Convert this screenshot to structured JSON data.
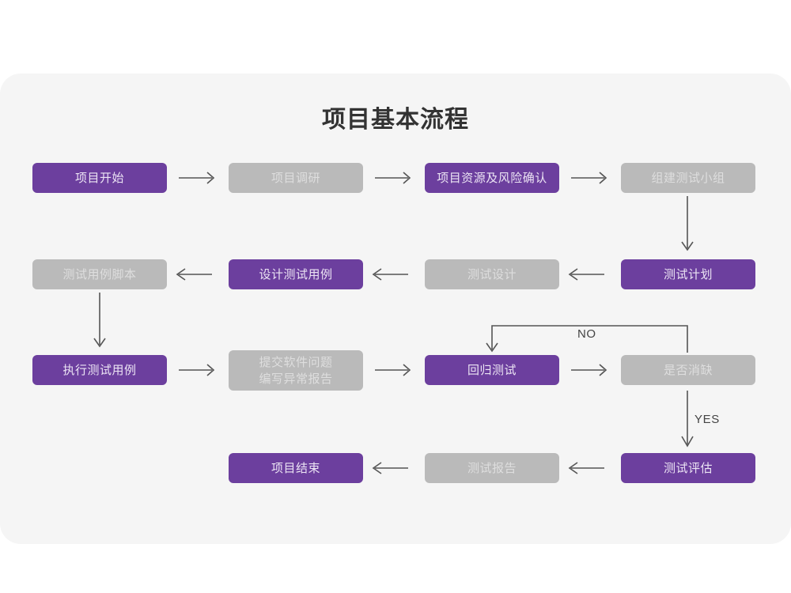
{
  "card": {
    "background": "#f5f5f5",
    "title": "项目基本流程"
  },
  "palette": {
    "purple": "#6c3f9e",
    "purple_text": "#ece4f4",
    "gray": "#bababa",
    "gray_text": "#dedede",
    "arrow": "#555555",
    "title_text": "#333333",
    "page_background": "#ffffff"
  },
  "nodes": [
    {
      "id": "n1",
      "label": "项目开始",
      "style": "purple",
      "row": 1
    },
    {
      "id": "n2",
      "label": "项目调研",
      "style": "gray",
      "row": 1
    },
    {
      "id": "n3",
      "label": "项目资源及风险确认",
      "style": "purple",
      "row": 1
    },
    {
      "id": "n4",
      "label": "组建测试小组",
      "style": "gray",
      "row": 1
    },
    {
      "id": "n5",
      "label": "测试用例脚本",
      "style": "gray",
      "row": 2
    },
    {
      "id": "n6",
      "label": "设计测试用例",
      "style": "purple",
      "row": 2
    },
    {
      "id": "n7",
      "label": "测试设计",
      "style": "gray",
      "row": 2
    },
    {
      "id": "n8",
      "label": "测试计划",
      "style": "purple",
      "row": 2
    },
    {
      "id": "n9",
      "label": "执行测试用例",
      "style": "purple",
      "row": 3
    },
    {
      "id": "n10",
      "label": "提交软件问题\n编写异常报告",
      "style": "gray",
      "row": 3
    },
    {
      "id": "n11",
      "label": "回归测试",
      "style": "purple",
      "row": 3
    },
    {
      "id": "n12",
      "label": "是否消缺",
      "style": "gray",
      "row": 3
    },
    {
      "id": "n13",
      "label": "项目结束",
      "style": "purple",
      "row": 4
    },
    {
      "id": "n14",
      "label": "测试报告",
      "style": "gray",
      "row": 4
    },
    {
      "id": "n15",
      "label": "测试评估",
      "style": "purple",
      "row": 4
    }
  ],
  "edge_labels": {
    "no": "NO",
    "yes": "YES"
  },
  "chart_data": {
    "type": "diagram",
    "title": "项目基本流程",
    "flow": [
      {
        "from": "项目开始",
        "to": "项目调研",
        "direction": "right"
      },
      {
        "from": "项目调研",
        "to": "项目资源及风险确认",
        "direction": "right"
      },
      {
        "from": "项目资源及风险确认",
        "to": "组建测试小组",
        "direction": "right"
      },
      {
        "from": "组建测试小组",
        "to": "测试计划",
        "direction": "down"
      },
      {
        "from": "测试计划",
        "to": "测试设计",
        "direction": "left"
      },
      {
        "from": "测试设计",
        "to": "设计测试用例",
        "direction": "left"
      },
      {
        "from": "设计测试用例",
        "to": "测试用例脚本",
        "direction": "left"
      },
      {
        "from": "测试用例脚本",
        "to": "执行测试用例",
        "direction": "down"
      },
      {
        "from": "执行测试用例",
        "to": "提交软件问题编写异常报告",
        "direction": "right"
      },
      {
        "from": "提交软件问题编写异常报告",
        "to": "回归测试",
        "direction": "right"
      },
      {
        "from": "回归测试",
        "to": "是否消缺",
        "direction": "right"
      },
      {
        "from": "是否消缺",
        "to": "回归测试",
        "direction": "loop-up-left",
        "label": "NO"
      },
      {
        "from": "是否消缺",
        "to": "测试评估",
        "direction": "down",
        "label": "YES"
      },
      {
        "from": "测试评估",
        "to": "测试报告",
        "direction": "left"
      },
      {
        "from": "测试报告",
        "to": "项目结束",
        "direction": "left"
      }
    ]
  }
}
